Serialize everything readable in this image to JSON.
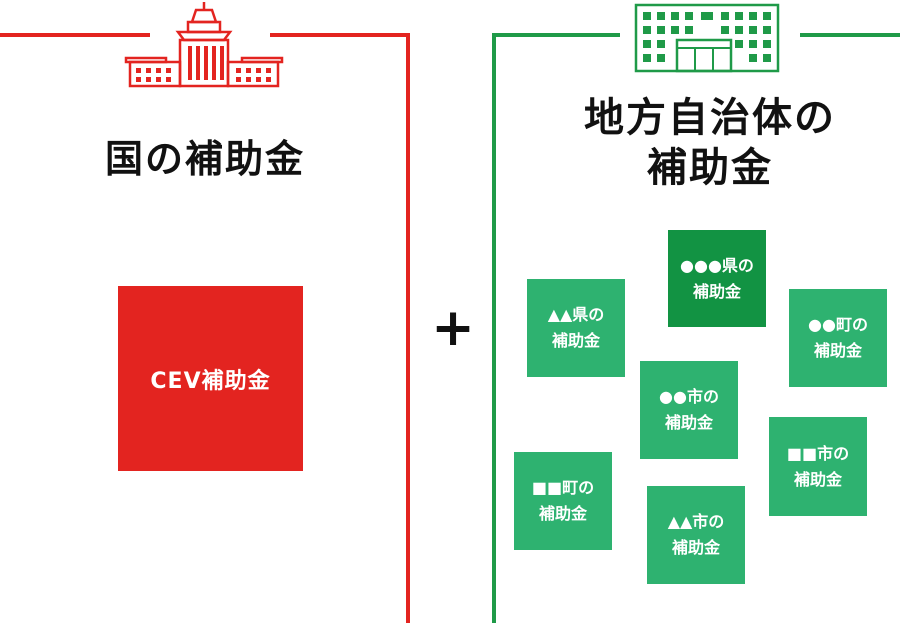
{
  "national": {
    "title": "国の補助金",
    "subsidy_label": "CEV補助金",
    "icon": "diet-building-icon",
    "accent_color": "#e32420"
  },
  "operator": "+",
  "local": {
    "title_line1": "地方自治体の",
    "title_line2": "補助金",
    "icon": "city-hall-icon",
    "accent_color": "#1f9a48",
    "tiles": [
      {
        "line1": "●●●県の",
        "line2": "補助金"
      },
      {
        "line1": "▲▲県の",
        "line2": "補助金"
      },
      {
        "line1": "●●町の",
        "line2": "補助金"
      },
      {
        "line1": "●●市の",
        "line2": "補助金"
      },
      {
        "line1": "■■市の",
        "line2": "補助金"
      },
      {
        "line1": "■■町の",
        "line2": "補助金"
      },
      {
        "line1": "▲▲市の",
        "line2": "補助金"
      }
    ]
  }
}
